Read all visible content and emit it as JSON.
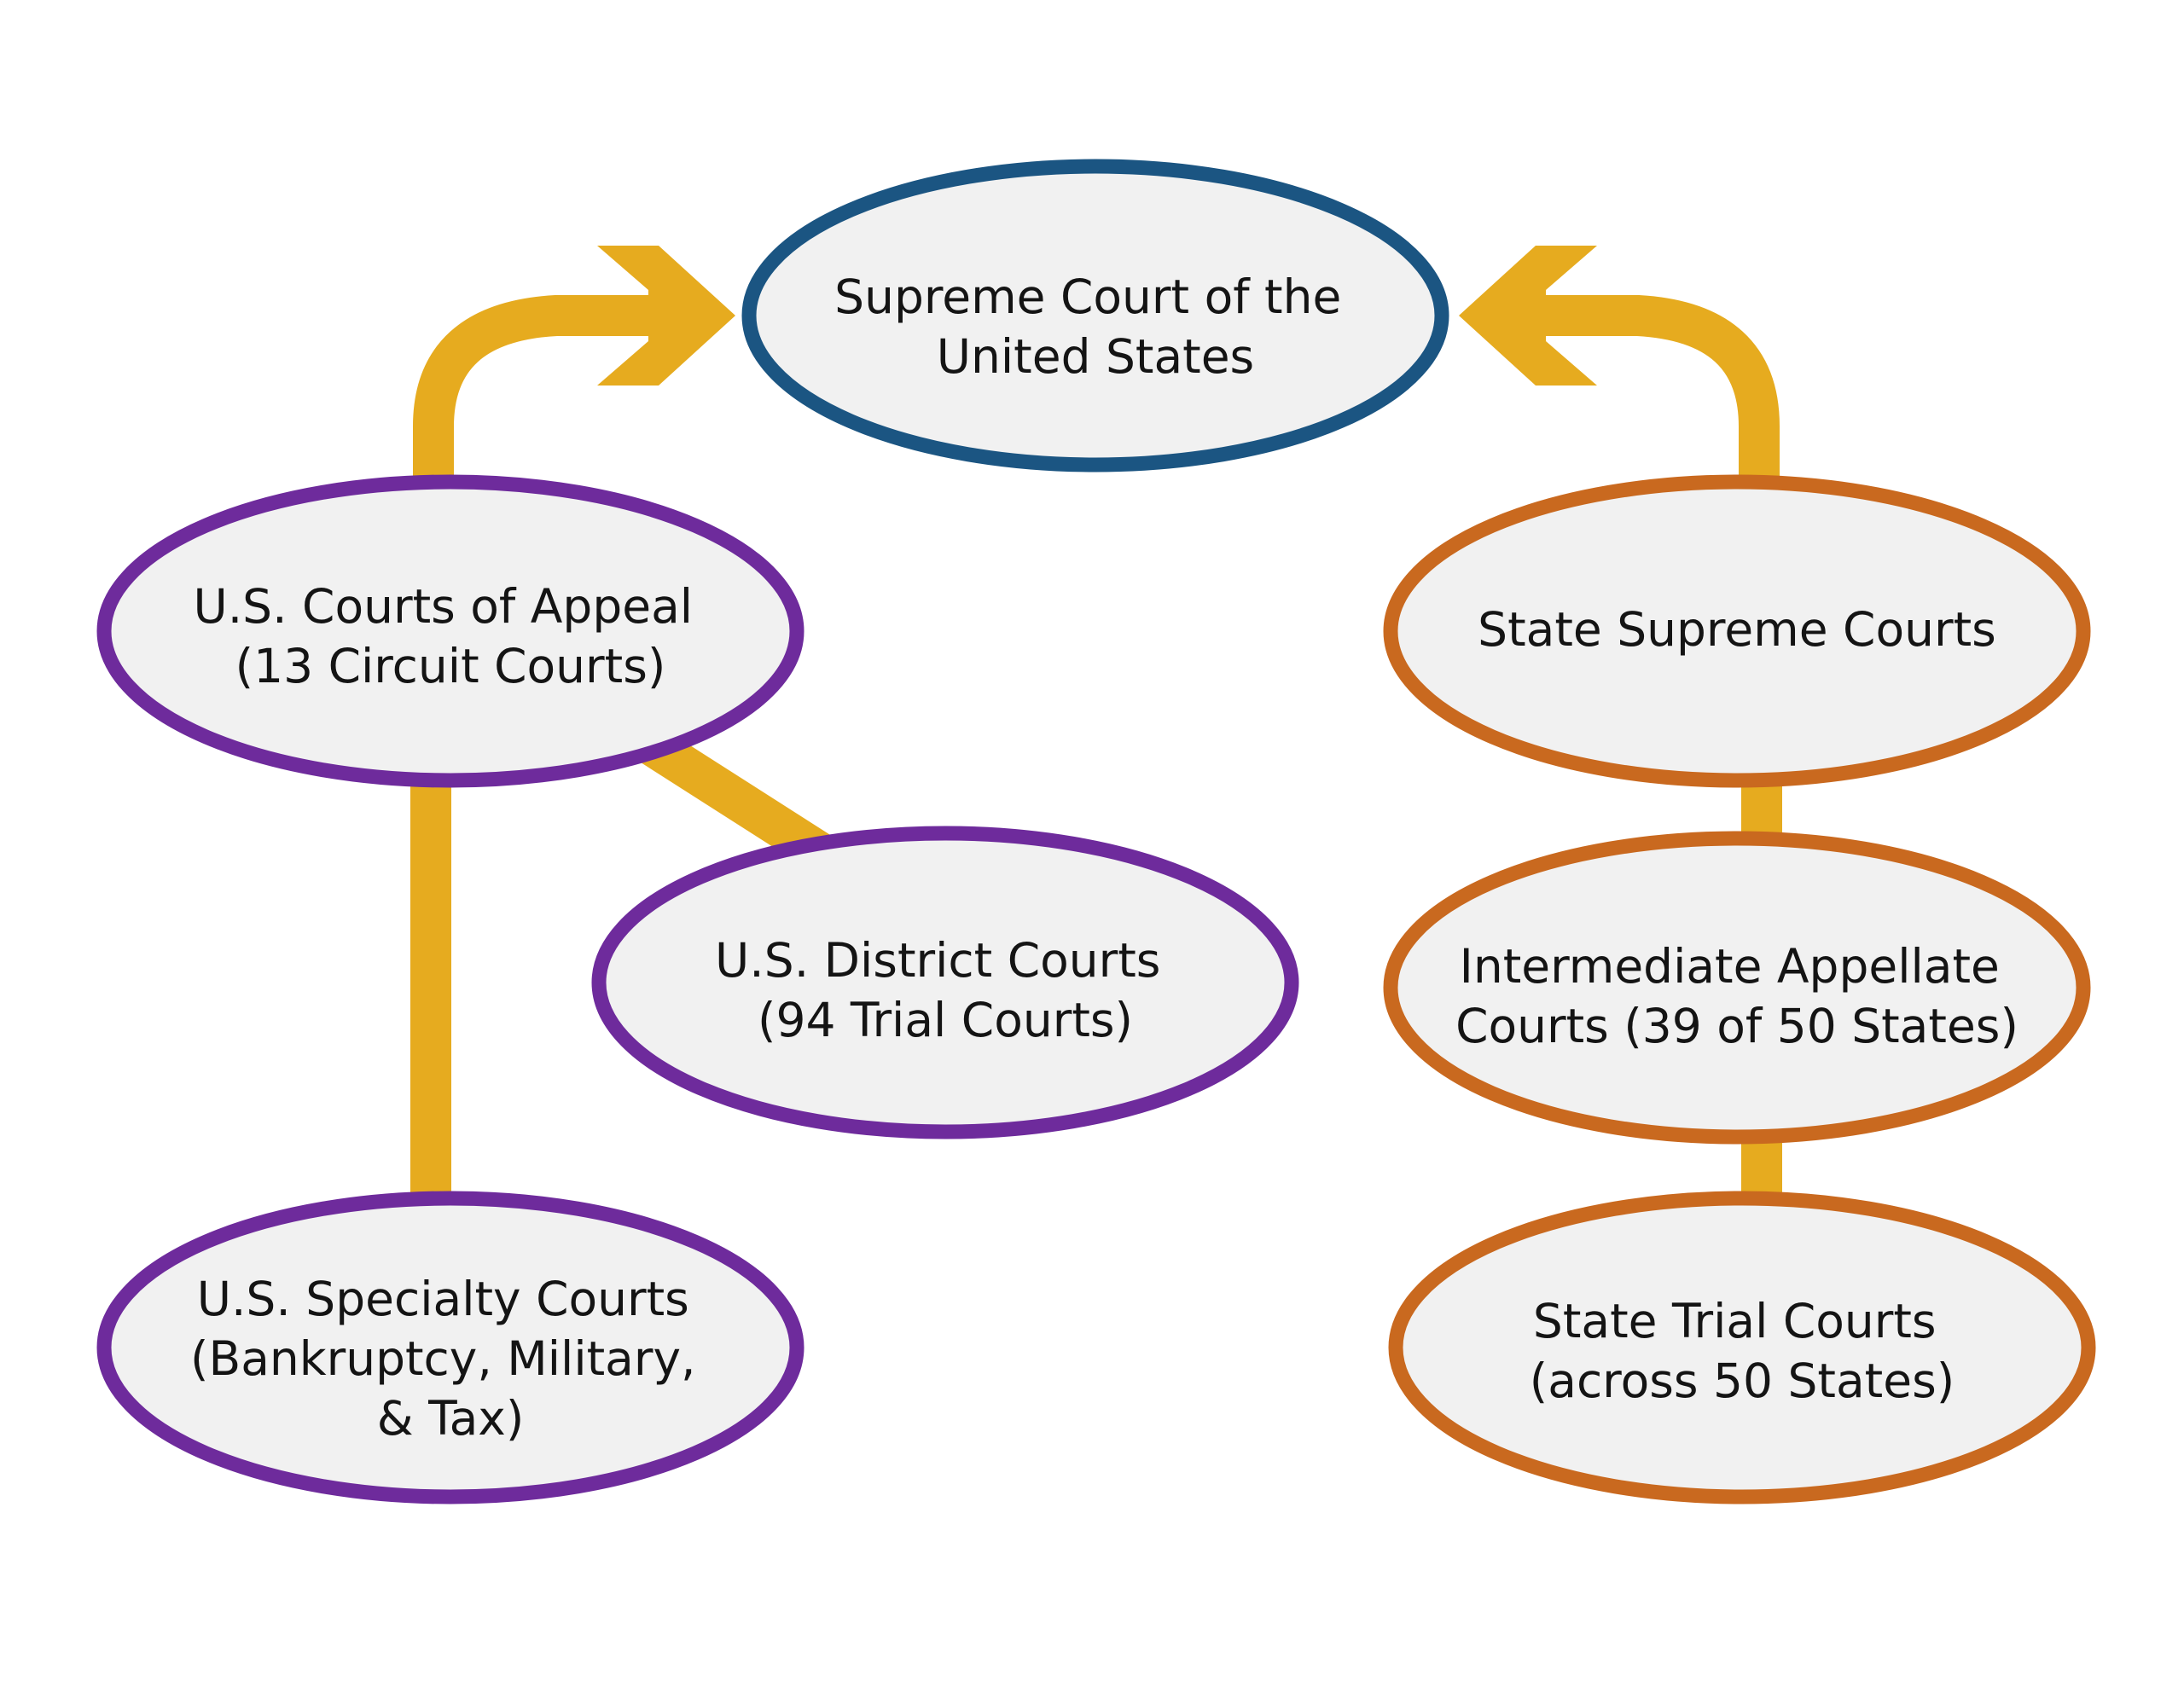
{
  "colors": {
    "federal_top": "#1b5582",
    "federal": "#6e2b9c",
    "state": "#c9691f",
    "connector": "#e6ab1f",
    "node_fill": "#f1f1f1"
  },
  "nodes": {
    "supreme_court": {
      "lines": [
        "Supreme Court of the",
        "United States"
      ]
    },
    "courts_of_appeal": {
      "lines": [
        "U.S. Courts of Appeal",
        "(13 Circuit Courts)"
      ]
    },
    "district_courts": {
      "lines": [
        "U.S. District Courts",
        "(94 Trial Courts)"
      ]
    },
    "specialty_courts": {
      "lines": [
        "U.S. Specialty Courts",
        "(Bankruptcy, Military,",
        "& Tax)"
      ]
    },
    "state_supreme_courts": {
      "lines": [
        "State Supreme Courts"
      ]
    },
    "intermediate_appellate": {
      "lines": [
        "Intermediate Appellate",
        "Courts (39 of 50 States)"
      ]
    },
    "state_trial_courts": {
      "lines": [
        "State Trial Courts",
        "(across 50 States)"
      ]
    }
  }
}
